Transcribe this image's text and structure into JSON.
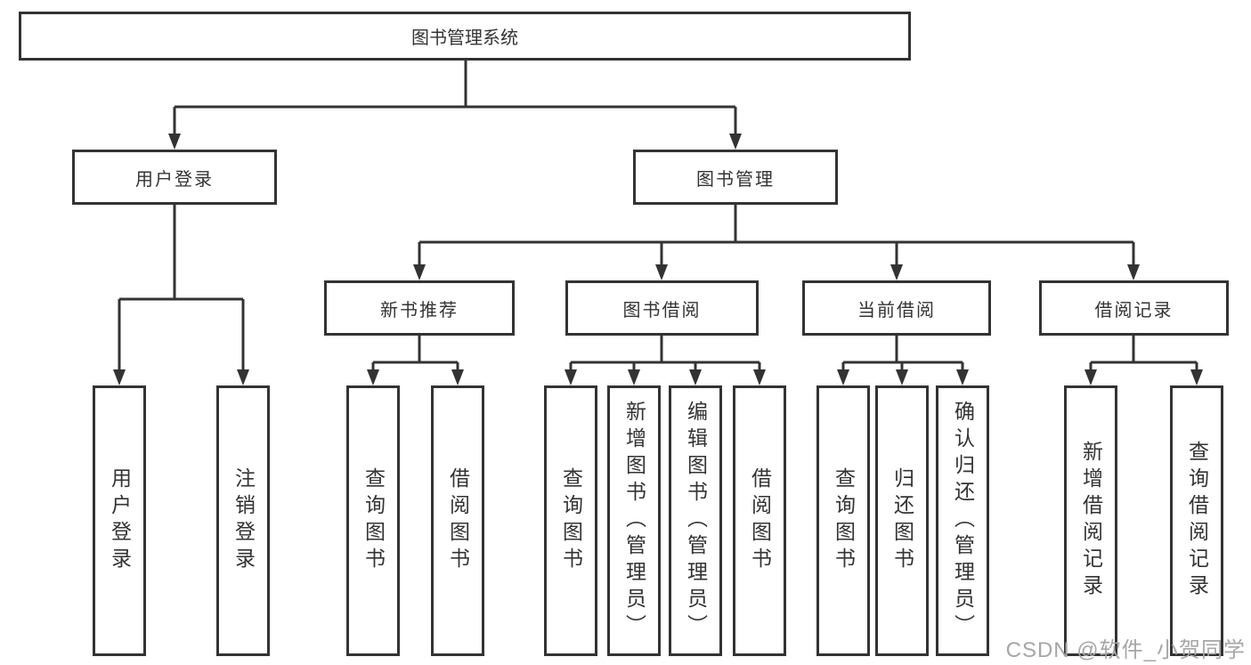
{
  "diagram": {
    "root": "图书管理系统",
    "level2": [
      {
        "label": "用户登录",
        "children": [
          "用户登录",
          "注销登录"
        ]
      },
      {
        "label": "图书管理"
      }
    ],
    "level3": [
      {
        "label": "新书推荐",
        "children": [
          "查询图书",
          "借阅图书"
        ]
      },
      {
        "label": "图书借阅",
        "children": [
          "查询图书",
          "新增图书（管理员）",
          "编辑图书（管理员）",
          "借阅图书"
        ]
      },
      {
        "label": "当前借阅",
        "children": [
          "查询图书",
          "归还图书",
          "确认归还（管理员）"
        ]
      },
      {
        "label": "借阅记录",
        "children": [
          "新增借阅记录",
          "查询借阅记录"
        ]
      }
    ],
    "watermark": "CSDN @软件_小贺同学",
    "colors": {
      "line": "#333333",
      "text": "#333333",
      "box_background": "#ffffff",
      "watermark": "#a6a6a6",
      "background": "#ffffff"
    }
  }
}
